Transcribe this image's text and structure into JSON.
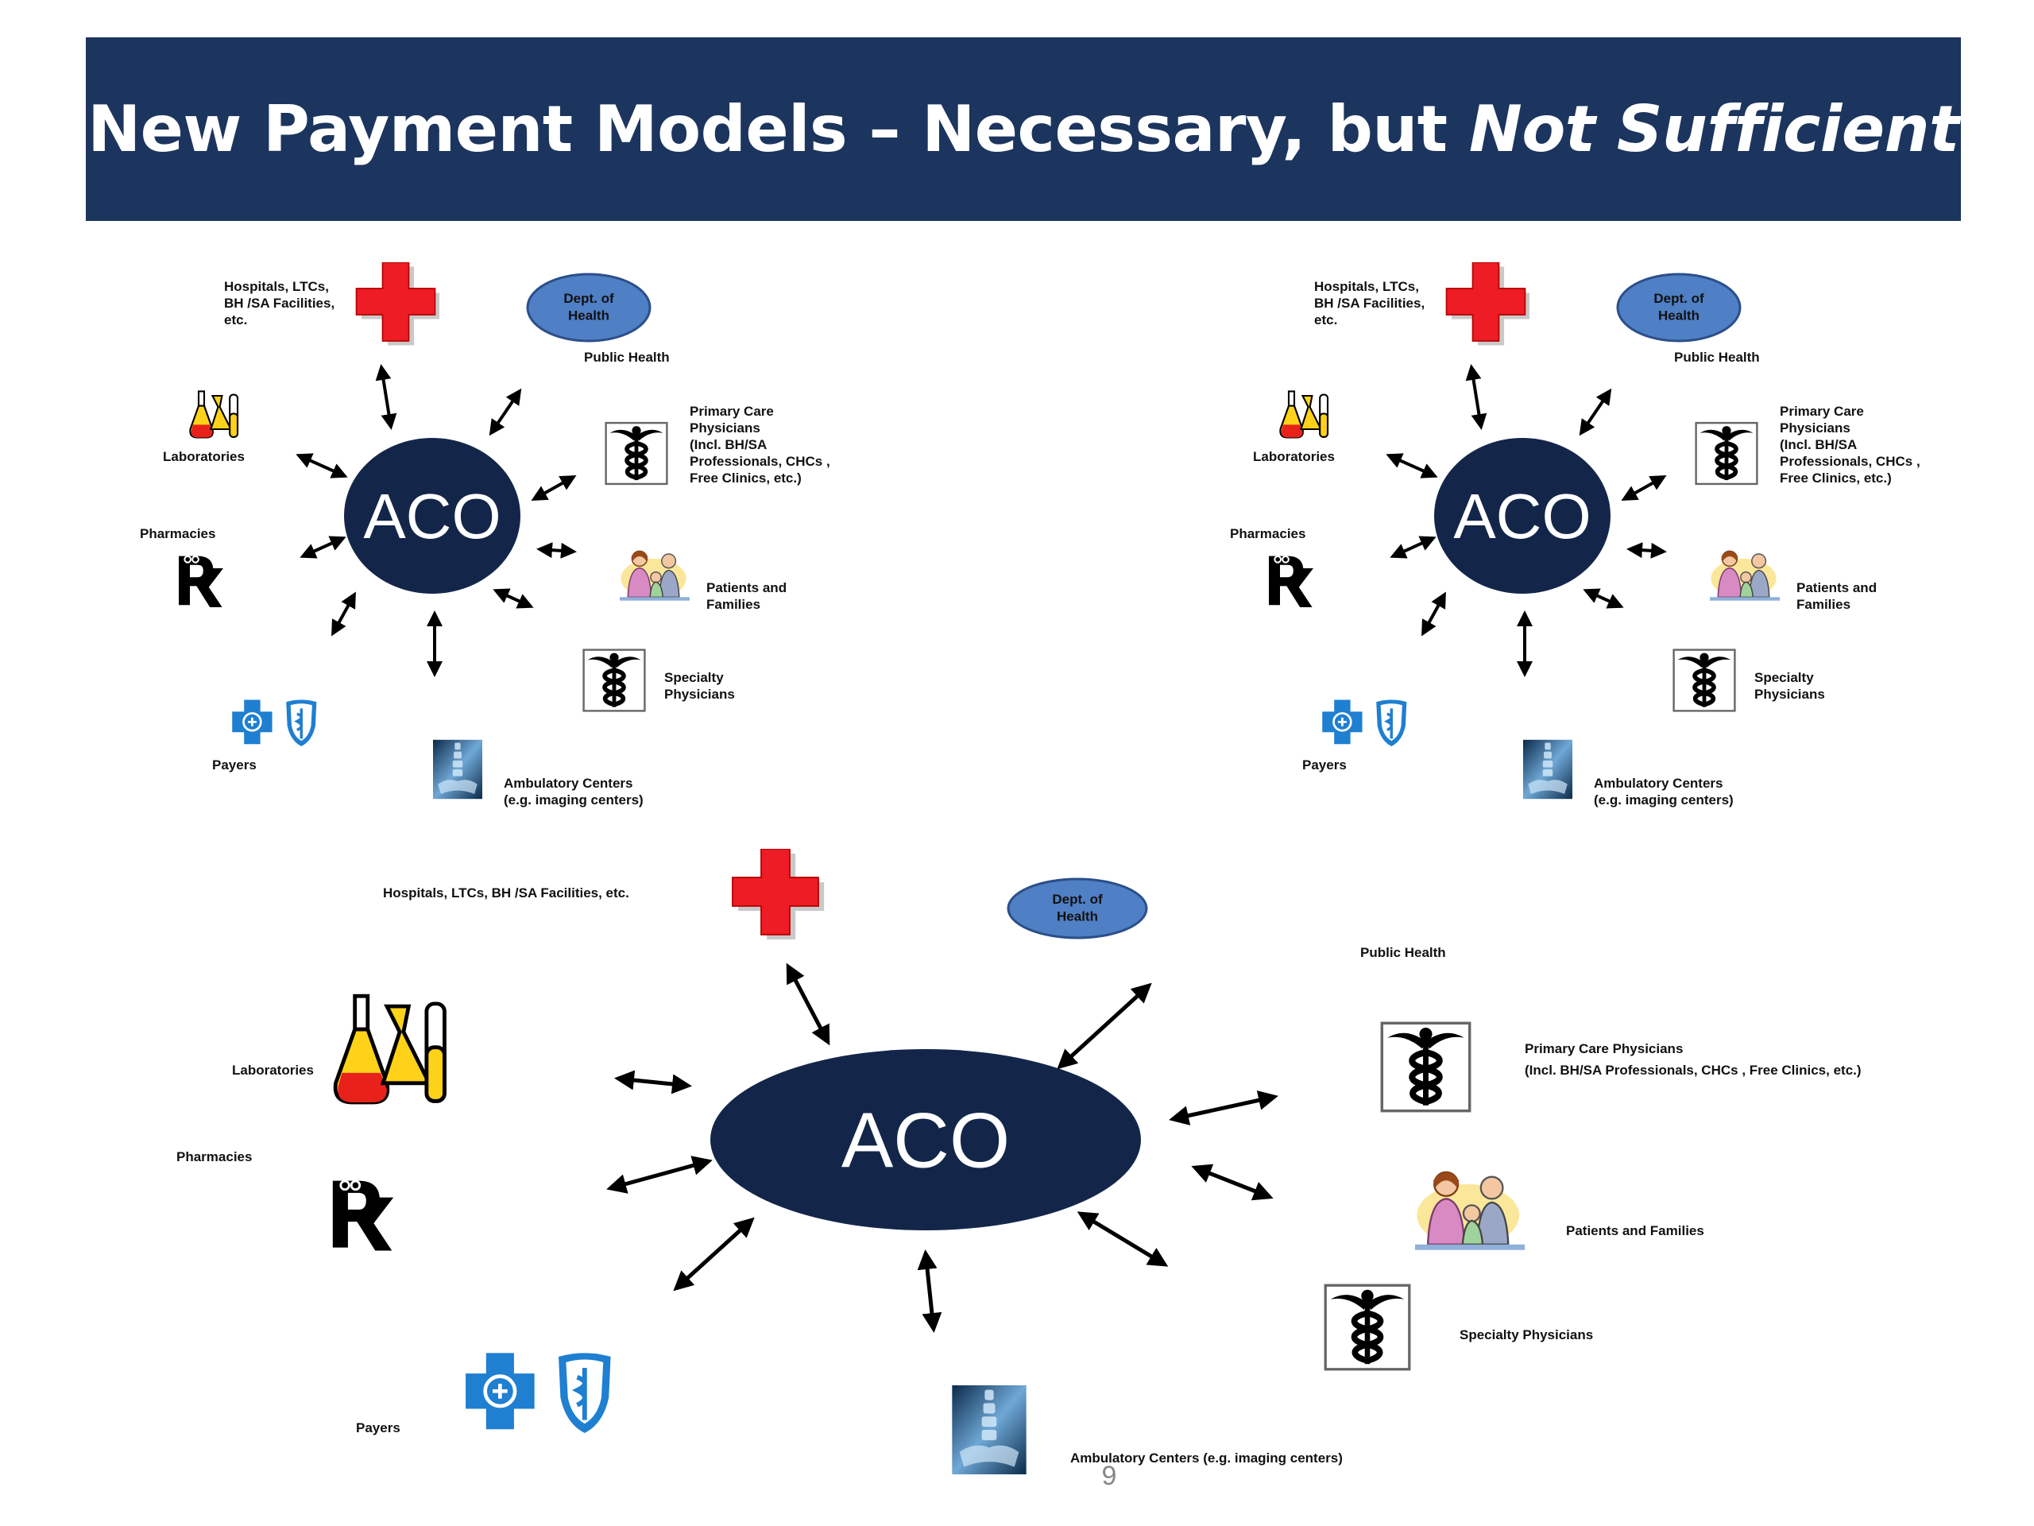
{
  "slide": {
    "title_main": "New Payment Models – Necessary, but ",
    "title_emphasis": "Not Sufficient",
    "page_number": "9"
  },
  "colors": {
    "banner": "#1c355e",
    "aco_node": "#13264a",
    "dept_oval": "#4f7fc4",
    "red_cross": "#ee1c24",
    "bcbs_blue": "#1f7fd1"
  },
  "diagram": {
    "center": "ACO",
    "labels": {
      "hospitals_short": "Hospitals, LTCs,|BH /SA Facilities,|etc.",
      "hospitals_long": "Hospitals, LTCs, BH /SA Facilities, etc.",
      "dept": "Dept. of|Health",
      "public_health": "Public Health",
      "primary_care_short": "Primary Care|Physicians|(Incl. BH/SA|Professionals, CHCs ,|Free Clinics, etc.)",
      "primary_care_long": "Primary Care Physicians|(Incl. BH/SA Professionals, CHCs , Free Clinics, etc.)",
      "laboratories": "Laboratories",
      "pharmacies": "Pharmacies",
      "patients_short": "Patients and|Families",
      "patients_long": "Patients and Families",
      "specialty_short": "Specialty|Physicians",
      "specialty_long": "Specialty Physicians",
      "payers": "Payers",
      "ambulatory_short": "Ambulatory Centers|(e.g. imaging centers)",
      "ambulatory_long": "Ambulatory Centers (e.g. imaging centers)"
    },
    "icons": [
      "red-cross-icon",
      "dept-of-health-oval",
      "lab-flasks-icon",
      "caduceus-icon",
      "family-icon",
      "rx-icon",
      "bcbs-icon",
      "xray-icon"
    ]
  }
}
